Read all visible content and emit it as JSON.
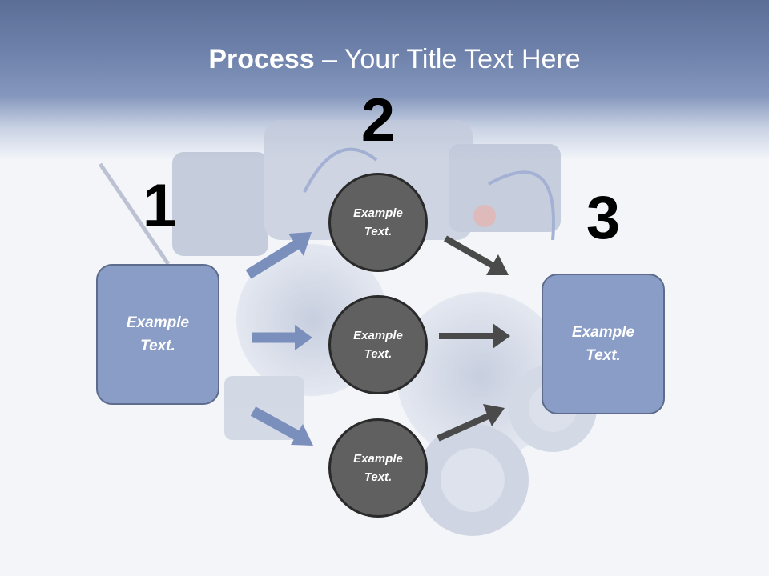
{
  "title": {
    "bold": "Process",
    "rest": " – Your Title Text Here"
  },
  "steps": {
    "one": "1",
    "two": "2",
    "three": "3"
  },
  "left_box": {
    "text": "Example Text."
  },
  "right_box": {
    "text": "Example Text."
  },
  "circles": [
    {
      "text": "Example Text."
    },
    {
      "text": "Example Text."
    },
    {
      "text": "Example Text."
    }
  ],
  "colors": {
    "header": "#6f83ac",
    "box_fill": "#8a9dc6",
    "circle_fill": "#606060",
    "blue_arrow": "#7b8fbd",
    "dark_arrow": "#4a4a4a"
  }
}
